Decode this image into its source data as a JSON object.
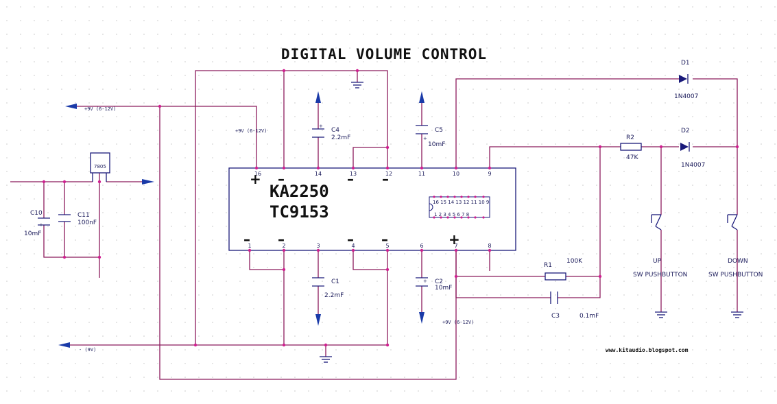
{
  "title": "DIGITAL VOLUME CONTROL",
  "website": "www.kitaudio.blogspot.com",
  "ic": {
    "name1": "KA2250",
    "name2": "TC9153",
    "top_pins": [
      "16",
      "14",
      "13",
      "12",
      "11",
      "10",
      "9"
    ],
    "bottom_pins": [
      "1",
      "2",
      "3",
      "4",
      "5",
      "6",
      "7",
      "8"
    ],
    "top_signs": [
      "+",
      "–",
      "–",
      "–"
    ],
    "bottom_signs": [
      "–",
      "–",
      "–",
      "–",
      "+"
    ],
    "inset_top": "16 15 14 13 12 11 10 9",
    "inset_bottom": "1 2 3 4 5 6 7 8"
  },
  "regulator": {
    "name": "7805"
  },
  "supply": {
    "pos_label": "+9V (6-12V)",
    "neg_label": "- (9V)"
  },
  "components": {
    "c10": {
      "ref": "C10",
      "value": "10mF"
    },
    "c11": {
      "ref": "C11",
      "value": "100nF"
    },
    "c4": {
      "ref": "C4",
      "value": "2.2mF"
    },
    "c5": {
      "ref": "C5",
      "value": "10mF"
    },
    "c1": {
      "ref": "C1",
      "value": "2.2mF"
    },
    "c2": {
      "ref": "C2",
      "value": "10mF"
    },
    "c3": {
      "ref": "C3",
      "value": "0.1mF"
    },
    "r1": {
      "ref": "R1",
      "value": "100K"
    },
    "r2": {
      "ref": "R2",
      "value": "47K"
    },
    "d1": {
      "ref": "D1",
      "value": "1N4007"
    },
    "d2": {
      "ref": "D2",
      "value": "1N4007"
    },
    "sw_up": {
      "name": "UP",
      "type": "SW PUSHBUTTON"
    },
    "sw_down": {
      "name": "DOWN",
      "type": "SW PUSHBUTTON"
    }
  },
  "colors": {
    "wire": "#8b1a5c",
    "component": "#1a1a7a",
    "node": "#d02090",
    "arrow": "#1a3aa8",
    "grid": "#c8c8c8"
  }
}
